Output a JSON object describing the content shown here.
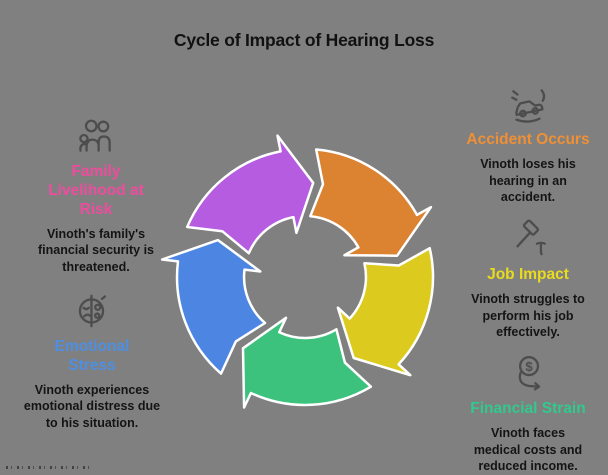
{
  "title": "Cycle of Impact of Hearing Loss",
  "background_color": "#808080",
  "icon_color": "#4d4d4d",
  "body_text_color": "#141414",
  "cycle": {
    "direction": "clockwise",
    "segments": [
      {
        "name": "accident-arrow",
        "color": "#DC8332"
      },
      {
        "name": "job-arrow",
        "color": "#DCCB1E"
      },
      {
        "name": "financial-arrow",
        "color": "#3DC27E"
      },
      {
        "name": "emotional-arrow",
        "color": "#4C86E2"
      },
      {
        "name": "family-arrow",
        "color": "#B55CE0"
      }
    ],
    "outline_color": "#ffffff"
  },
  "stages": [
    {
      "id": "accident",
      "icon": "car-accident-icon",
      "heading": "Accident Occurs",
      "heading_color": "#EF9036",
      "body": "Vinoth loses his hearing in an accident."
    },
    {
      "id": "job",
      "icon": "hammer-nail-icon",
      "heading": "Job Impact",
      "heading_color": "#E9DB1D",
      "body": "Vinoth struggles to perform his job effectively."
    },
    {
      "id": "financial",
      "icon": "dollar-decline-icon",
      "heading": "Financial Strain",
      "heading_color": "#30C98E",
      "body": "Vinoth faces medical costs and reduced income."
    },
    {
      "id": "family",
      "icon": "family-icon",
      "heading": "Family Livelihood at Risk",
      "heading_color": "#EE4C9E",
      "body": "Vinoth's family's financial security is threatened."
    },
    {
      "id": "emotional",
      "icon": "theater-faces-icon",
      "heading": "Emotional Stress",
      "heading_color": "#4E8FE2",
      "body": "Vinoth experiences emotional distress due to his situation."
    }
  ],
  "icon_glyphs": {
    "dollar_symbol": "$"
  }
}
